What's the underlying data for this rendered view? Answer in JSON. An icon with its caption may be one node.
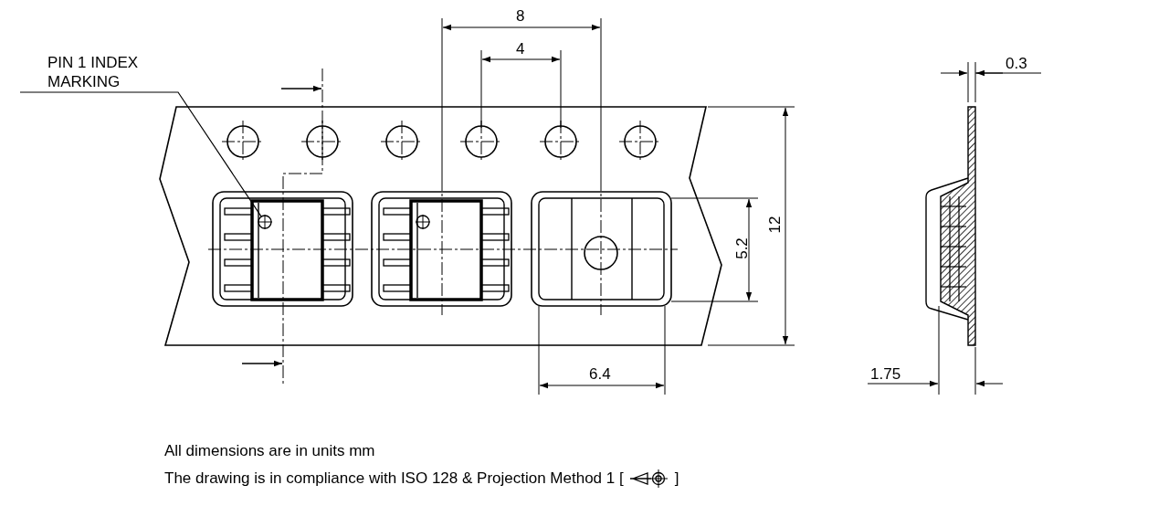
{
  "diagram": {
    "nodes": [
      {
        "text": [
          "PIN 1 INDEX MARKING"
        ]
      },
      {
        "text": [],
        "shape": "circle"
      }
    ],
    "edges": [
      {
        "from": 0,
        "to": 1,
        "arrow": "none"
      }
    ],
    "labels": [
      "8",
      "4",
      "0.3",
      "12",
      "5.2",
      "6.4",
      "1.75",
      "All dimensions are in units mm",
      "The drawing is in compliance with ISO 128 & Projection Method 1 [",
      "]"
    ]
  }
}
